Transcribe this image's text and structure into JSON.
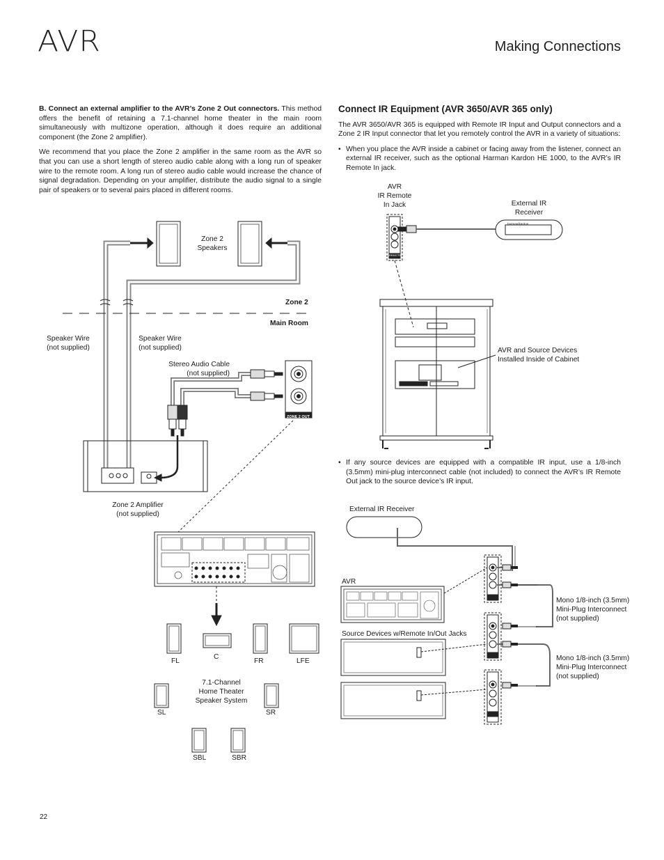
{
  "header": {
    "logo": "AVR",
    "section_title": "Making Connections"
  },
  "left_column": {
    "para1_bold": "B. Connect an external amplifier to the AVR’s Zone 2 Out connectors.",
    "para1_rest": " This method offers the benefit of retaining a 7.1-channel home theater in the main room simultaneously with multizone operation, although it does require an additional component (the Zone 2 amplifier).",
    "para2": "We recommend that you place the Zone 2 amplifier in the same room as the AVR so that you can use a short length of stereo audio cable along with a long run of speaker wire to the remote room. A long run of stereo audio cable would increase the chance of signal degradation. Depending on your amplifier, distribute the audio signal to a single pair of speakers or to several pairs placed in different rooms."
  },
  "right_column": {
    "heading": "Connect IR Equipment (AVR 3650/AVR 365 only)",
    "para1": "The AVR 3650/AVR 365 is equipped with Remote IR Input and Output connectors and a Zone 2 IR Input connector that let you remotely control the AVR in a variety of situations:",
    "bullet1": "When you place the AVR inside a cabinet or facing away from the listener, connect an external IR receiver, such as the optional Harman Kardon HE 1000, to the AVR’s IR Remote In jack.",
    "bullet2": "If any source devices are equipped with a compatible IR input, use a 1/8-inch (3.5mm) mini-plug interconnect cable (not included) to connect the AVR’s IR Remote Out jack to the source device’s IR input.",
    "bullet_char": "•"
  },
  "diagram_left": {
    "zone2_speakers": "Zone 2\nSpeakers",
    "zone2": "Zone 2",
    "main_room": "Main Room",
    "speaker_wire_left": "Speaker Wire\n(not supplied)",
    "speaker_wire_right": "Speaker Wire\n(not supplied)",
    "stereo_cable": "Stereo Audio Cable\n(not supplied)",
    "zone2_out": "ZONE 2 OUT",
    "zone2_amp": "Zone 2 Amplifier\n(not supplied)",
    "speakers": {
      "fl": "FL",
      "c": "C",
      "fr": "FR",
      "lfe": "LFE",
      "sl": "SL",
      "sr": "SR",
      "sbl": "SBL",
      "sbr": "SBR"
    },
    "system_label": "7.1-Channel\nHome Theater\nSpeaker System"
  },
  "diagram_right_top": {
    "avr_ir_jack": "AVR\nIR Remote\nIn Jack",
    "external_ir": "External IR\nReceiver",
    "remote": "REMOTE",
    "brand": "harman/kardon",
    "cabinet_label": "AVR and Source Devices\nInstalled Inside of Cabinet"
  },
  "diagram_right_bottom": {
    "external_ir": "External IR Receiver",
    "avr": "AVR",
    "source_devices": "Source Devices w/Remote In/Out Jacks",
    "mono1": "Mono 1/8-inch (3.5mm)\nMini-Plug Interconnect\n(not supplied)",
    "mono2": "Mono 1/8-inch (3.5mm)\nMini-Plug Interconnect\n(not supplied)"
  },
  "footer": {
    "page_number": "22"
  }
}
